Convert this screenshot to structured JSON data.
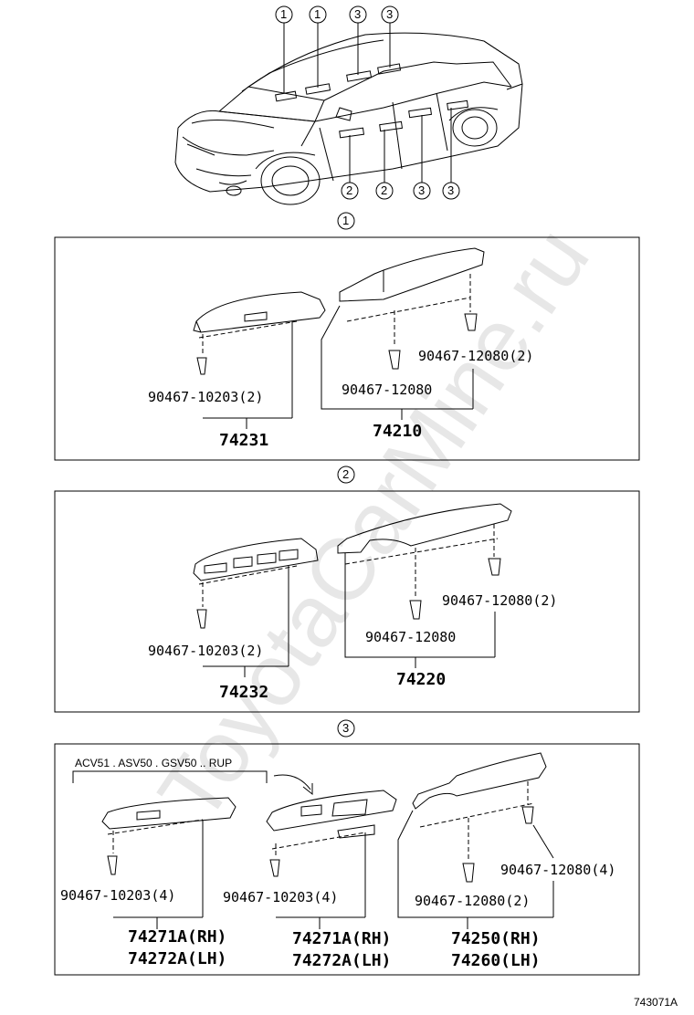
{
  "callouts": {
    "c1": "1",
    "c2": "2",
    "c3": "3"
  },
  "panel1": {
    "clip_small": "90467-10203(2)",
    "clip_a": "90467-12080",
    "clip_b": "90467-12080(2)",
    "part_switch": "74231",
    "part_armrest": "74210"
  },
  "panel2": {
    "clip_small": "90467-10203(2)",
    "clip_a": "90467-12080",
    "clip_b": "90467-12080(2)",
    "part_switch": "74232",
    "part_armrest": "74220"
  },
  "panel3": {
    "note": "ACV51 . ASV50 . GSV50 .. RUP",
    "clip_small_1": "90467-10203(4)",
    "clip_small_2": "90467-10203(4)",
    "clip_a": "90467-12080(2)",
    "clip_b": "90467-12080(4)",
    "part_1_rh": "74271A(RH)",
    "part_1_lh": "74272A(LH)",
    "part_2_rh": "74271A(RH)",
    "part_2_lh": "74272A(LH)",
    "part_3_rh": "74250(RH)",
    "part_3_lh": "74260(LH)"
  },
  "diagram_code": "743071A",
  "watermark": "ToyotaCarMine.ru"
}
